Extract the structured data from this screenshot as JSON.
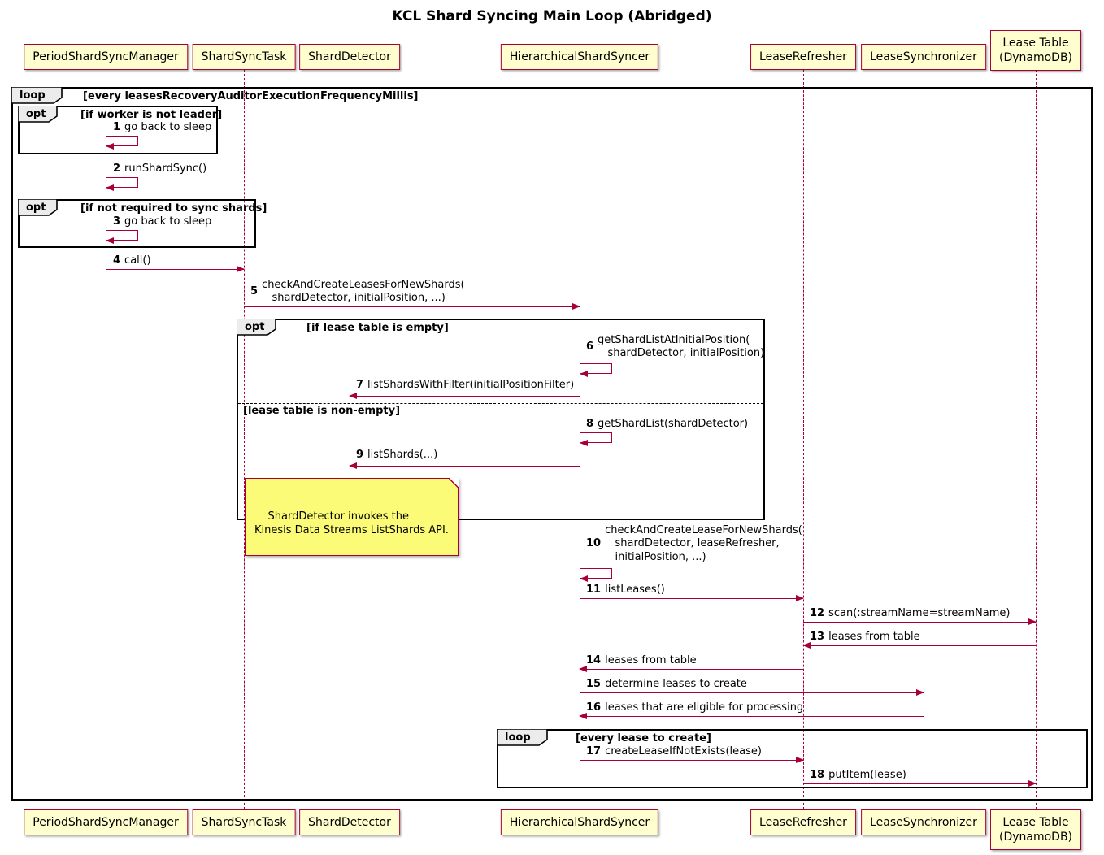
{
  "title": "KCL Shard Syncing Main Loop (Abridged)",
  "colors": {
    "participant_fill": "#FEFECE",
    "participant_border": "#A80036",
    "arrow": "#A80036",
    "note_fill": "#FBFB77",
    "frame_border": "#000000"
  },
  "participants": [
    {
      "name": "PeriodShardSyncManager"
    },
    {
      "name": "ShardSyncTask"
    },
    {
      "name": "ShardDetector"
    },
    {
      "name": "HierarchicalShardSyncer"
    },
    {
      "name": "LeaseRefresher"
    },
    {
      "name": "LeaseSynchronizer"
    },
    {
      "name": "Lease Table\n(DynamoDB)"
    }
  ],
  "frames": {
    "outer_loop": {
      "kind": "loop",
      "condition": "[every leasesRecoveryAuditorExecutionFrequencyMillis]"
    },
    "opt_worker": {
      "kind": "opt",
      "condition": "[if worker is not leader]"
    },
    "opt_sync": {
      "kind": "opt",
      "condition": "[if not required to sync shards]"
    },
    "opt_lease_table": {
      "kind": "opt",
      "condition": "[if lease table is empty]",
      "else_condition": "[lease table is non-empty]"
    },
    "inner_loop": {
      "kind": "loop",
      "condition": "[every lease to create]"
    }
  },
  "messages": [
    {
      "num": "1",
      "text": "go back to sleep"
    },
    {
      "num": "2",
      "text": "runShardSync()"
    },
    {
      "num": "3",
      "text": "go back to sleep"
    },
    {
      "num": "4",
      "text": "call()"
    },
    {
      "num": "5",
      "text": "checkAndCreateLeasesForNewShards(\n   shardDetector, initialPosition, ...)"
    },
    {
      "num": "6",
      "text": "getShardListAtInitialPosition(\n   shardDetector, initialPosition)"
    },
    {
      "num": "7",
      "text": "listShardsWithFilter(initialPositionFilter)"
    },
    {
      "num": "8",
      "text": "getShardList(shardDetector)"
    },
    {
      "num": "9",
      "text": "listShards(...)"
    },
    {
      "num": "10",
      "text": "checkAndCreateLeaseForNewShards(\n   shardDetector, leaseRefresher,\n   initialPosition, ...)"
    },
    {
      "num": "11",
      "text": "listLeases()"
    },
    {
      "num": "12",
      "text": "scan(:streamName=streamName)"
    },
    {
      "num": "13",
      "text": "leases from table"
    },
    {
      "num": "14",
      "text": "leases from table"
    },
    {
      "num": "15",
      "text": "determine leases to create"
    },
    {
      "num": "16",
      "text": "leases that are eligible for processing"
    },
    {
      "num": "17",
      "text": "createLeaseIfNotExists(lease)"
    },
    {
      "num": "18",
      "text": "putItem(lease)"
    }
  ],
  "note": {
    "text": "ShardDetector invokes the\nKinesis Data Streams ListShards API."
  }
}
